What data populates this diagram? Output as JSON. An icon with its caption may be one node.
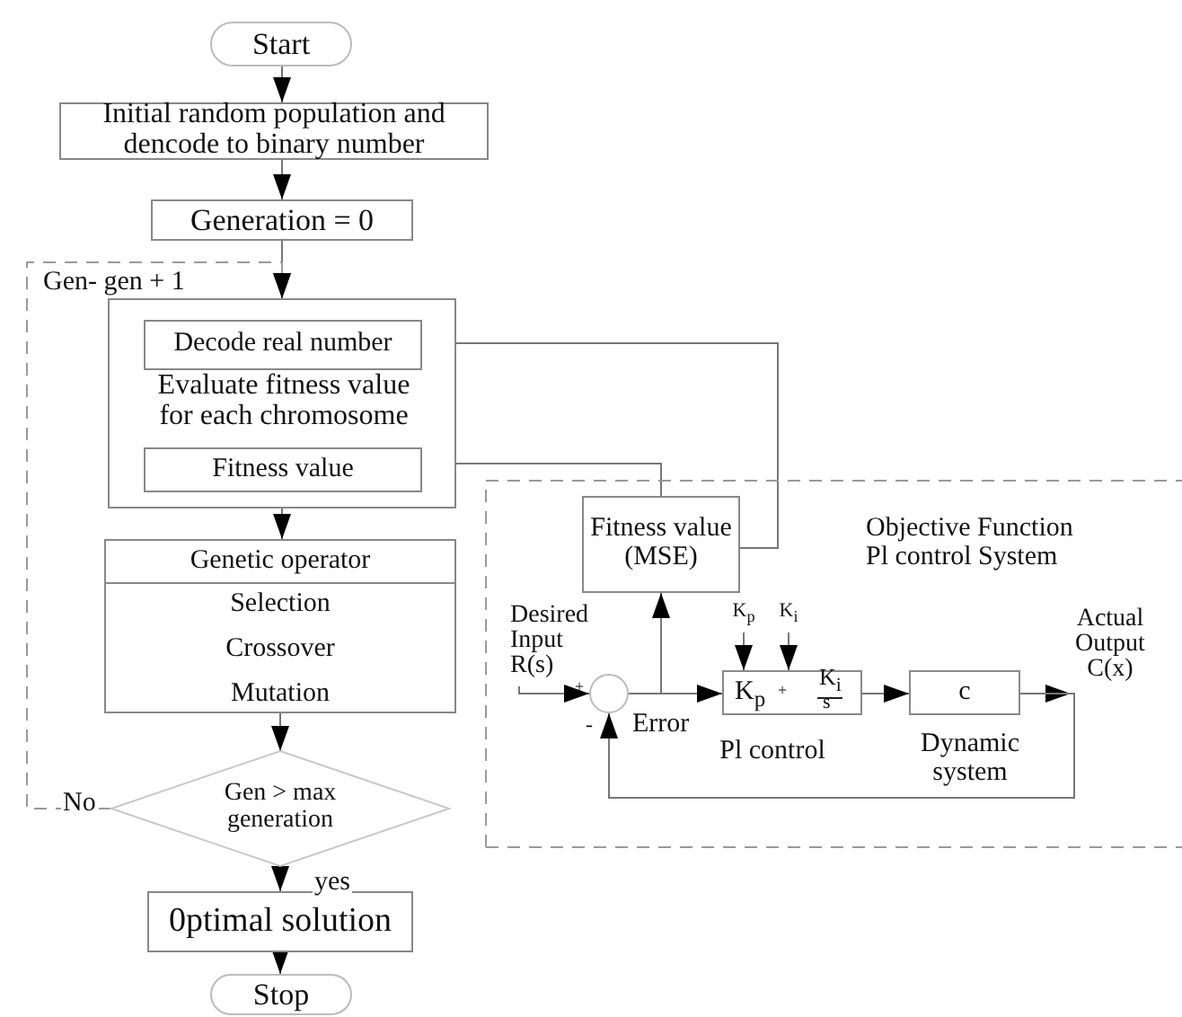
{
  "diagram": {
    "nodes": [
      {
        "text": [
          "Start"
        ]
      },
      {
        "text": [
          "Initial random population and dencode to binary number"
        ]
      },
      {
        "text": [
          "Generation = 0"
        ]
      },
      {
        "text": [
          "Evaluate fitness value for each chromosome"
        ]
      },
      {
        "text": [
          "Decode real number"
        ],
        "in": 3
      },
      {
        "text": [
          "Fitness value"
        ],
        "in": 3
      },
      {
        "text": [
          "Genetic operator",
          "Selection",
          "Crossover",
          "Mutation"
        ]
      },
      {
        "text": [
          "Gen > max generation"
        ]
      },
      {
        "text": [
          "0ptimal solution"
        ]
      },
      {
        "text": [
          "Stop"
        ]
      },
      {
        "text": [
          "Objective Function Pl control System"
        ]
      },
      {
        "text": [
          "Fitness value (MSE)"
        ],
        "in": 10
      },
      {
        "text": [],
        "shape": "circle",
        "in": 10
      },
      {
        "text": [
          "K$_{p}$",
          "+",
          "K$_{i}$",
          "s"
        ],
        "beside": [
          "Pl control"
        ],
        "in": 10
      },
      {
        "text": [
          "c"
        ],
        "beside": [
          "Dynamic system"
        ],
        "in": 10
      },
      {
        "text": [
          "K$_{p}$"
        ],
        "in": 10
      },
      {
        "text": [
          "K$_{i}$"
        ],
        "in": 10
      },
      {
        "text": [
          "Desired Input R(s)"
        ],
        "in": 10
      },
      {
        "text": [
          "Actual Output C(x)"
        ],
        "in": 10
      }
    ],
    "edges": [
      {
        "from": 0,
        "to": 1,
        "arrow": "to"
      },
      {
        "from": 1,
        "to": 2,
        "arrow": "to"
      },
      {
        "from": 2,
        "to": 3,
        "arrow": "to"
      },
      {
        "from": 3,
        "to": 6,
        "arrow": "to"
      },
      {
        "from": 6,
        "to": 7,
        "arrow": "to"
      },
      {
        "from": 7,
        "to": 8,
        "arrow": "to",
        "label": "yes"
      },
      {
        "from": 8,
        "to": 9,
        "arrow": "to"
      },
      {
        "from": 7,
        "to": 3,
        "arrow": "to",
        "label": "No",
        "style": "dashed"
      },
      {
        "from": 4,
        "to": 11,
        "arrow": "none"
      },
      {
        "from": 11,
        "to": 5,
        "arrow": "to"
      },
      {
        "from": 17,
        "to": 12,
        "arrow": "to"
      },
      {
        "from": 12,
        "to": 11,
        "arrow": "to"
      },
      {
        "from": 12,
        "to": 13,
        "arrow": "to"
      },
      {
        "from": 13,
        "to": 14,
        "arrow": "to"
      },
      {
        "from": 14,
        "to": 18,
        "arrow": "to"
      },
      {
        "from": 14,
        "to": 12,
        "arrow": "to"
      },
      {
        "from": 15,
        "to": 13,
        "arrow": "to"
      },
      {
        "from": 16,
        "to": 13,
        "arrow": "to"
      }
    ],
    "labels": [
      "Gen- gen + 1",
      "+",
      "-",
      "Error"
    ]
  }
}
